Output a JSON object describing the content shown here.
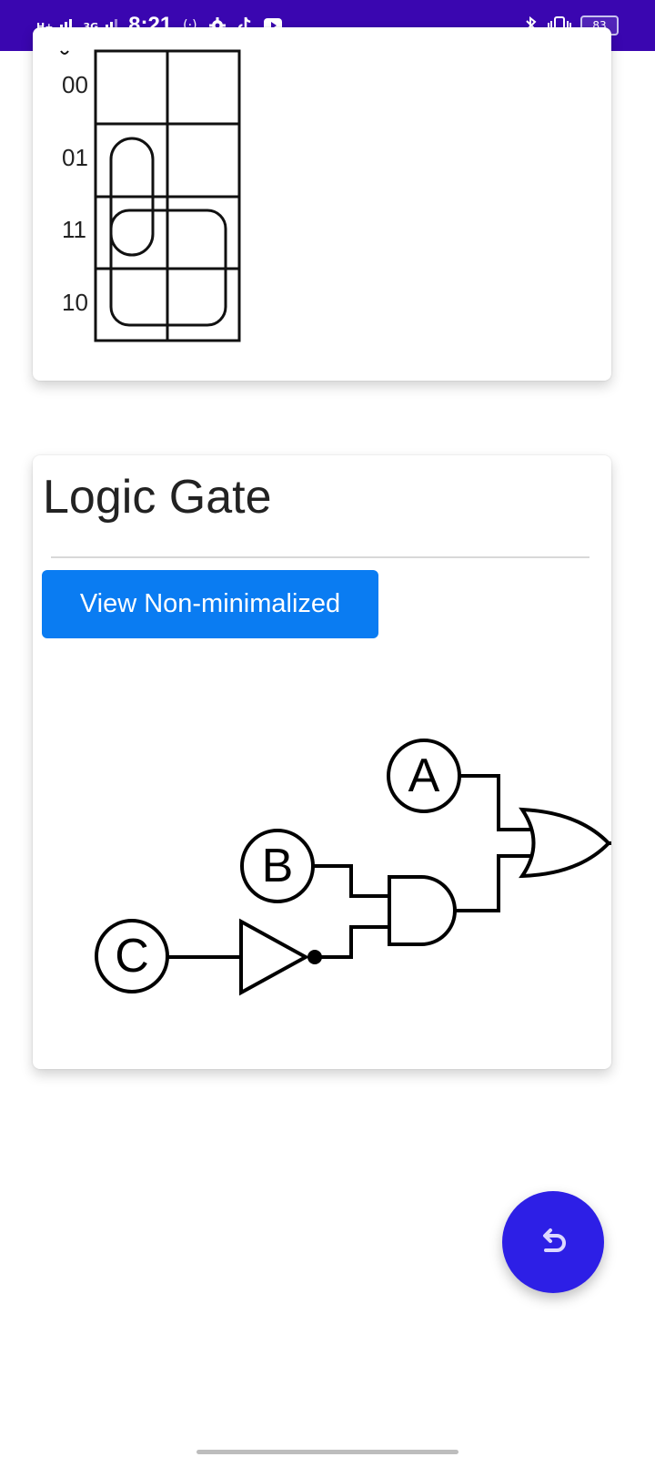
{
  "status_bar": {
    "network_primary": "H+",
    "network_secondary": "3G",
    "time": "8:21",
    "battery": "83"
  },
  "kmap": {
    "row_labels": [
      "00",
      "01",
      "11",
      "10"
    ]
  },
  "logic_card": {
    "title": "Logic Gate",
    "button_label": "View Non-minimalized",
    "inputs": [
      "A",
      "B",
      "C"
    ]
  },
  "icons": {
    "fab": "undo-icon",
    "status": [
      "signal-icon",
      "hotspot-icon",
      "gear-icon",
      "tiktok-icon",
      "youtube-icon",
      "bluetooth-icon",
      "vibrate-icon",
      "battery-icon"
    ]
  },
  "colors": {
    "status_bar": "#3a06b0",
    "button": "#0a7cf2",
    "fab": "#2d1fe6"
  }
}
